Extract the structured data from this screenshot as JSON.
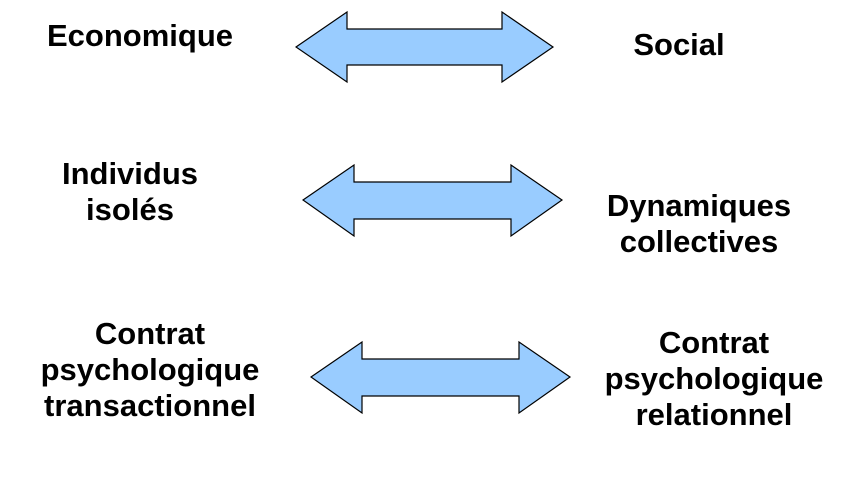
{
  "rows": [
    {
      "left": [
        "Economique"
      ],
      "right": [
        "Social"
      ]
    },
    {
      "left": [
        "Individus",
        "isolés"
      ],
      "right": [
        "Dynamiques",
        "collectives"
      ]
    },
    {
      "left": [
        "Contrat",
        "psychologique",
        "transactionnel"
      ],
      "right": [
        "Contrat",
        "psychologique",
        "relationnel"
      ]
    }
  ],
  "arrow_fill": "#99ccff",
  "arrow_stroke": "#000000"
}
